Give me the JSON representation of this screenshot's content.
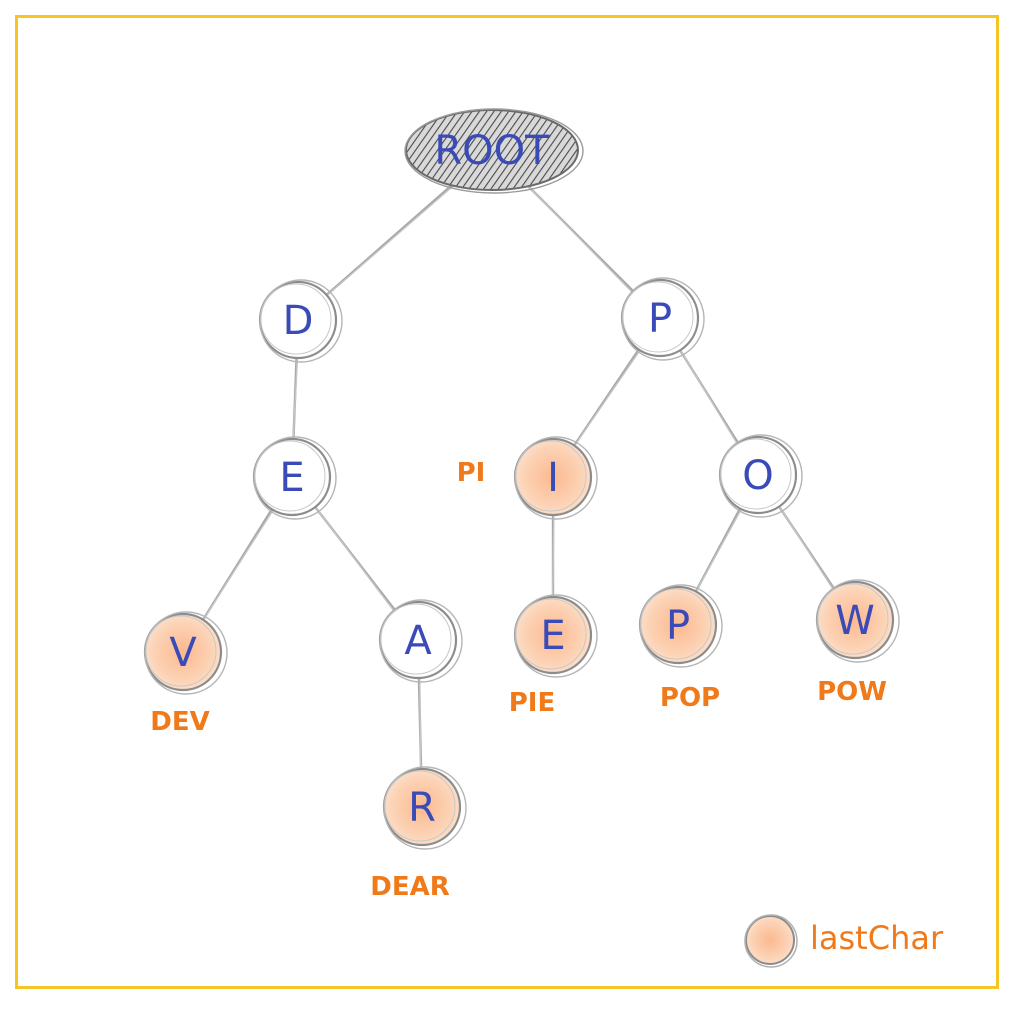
{
  "colors": {
    "frame": "#f5c623",
    "letter": "#3a4bb8",
    "word_label": "#f07a1a",
    "edge": "#a8a8a8",
    "node_stroke": "#8c8c8c",
    "last_char_fill": "#fbc4a0",
    "root_hatch": "#555555"
  },
  "nodes": [
    {
      "id": "root",
      "label": "ROOT",
      "last_char": false
    },
    {
      "id": "d",
      "label": "D",
      "last_char": false
    },
    {
      "id": "p",
      "label": "P",
      "last_char": false
    },
    {
      "id": "e1",
      "label": "E",
      "last_char": false
    },
    {
      "id": "i",
      "label": "I",
      "last_char": true,
      "word": "PI"
    },
    {
      "id": "o",
      "label": "O",
      "last_char": false
    },
    {
      "id": "v",
      "label": "V",
      "last_char": true,
      "word": "DEV"
    },
    {
      "id": "a",
      "label": "A",
      "last_char": false
    },
    {
      "id": "e2",
      "label": "E",
      "last_char": true,
      "word": "PIE"
    },
    {
      "id": "p2",
      "label": "P",
      "last_char": true,
      "word": "POP"
    },
    {
      "id": "w",
      "label": "W",
      "last_char": true,
      "word": "POW"
    },
    {
      "id": "r",
      "label": "R",
      "last_char": true,
      "word": "DEAR"
    }
  ],
  "edges": [
    [
      "root",
      "d"
    ],
    [
      "root",
      "p"
    ],
    [
      "d",
      "e1"
    ],
    [
      "e1",
      "v"
    ],
    [
      "e1",
      "a"
    ],
    [
      "a",
      "r"
    ],
    [
      "p",
      "i"
    ],
    [
      "p",
      "o"
    ],
    [
      "i",
      "e2"
    ],
    [
      "o",
      "p2"
    ],
    [
      "o",
      "w"
    ]
  ],
  "legend": {
    "label": "lastChar"
  }
}
